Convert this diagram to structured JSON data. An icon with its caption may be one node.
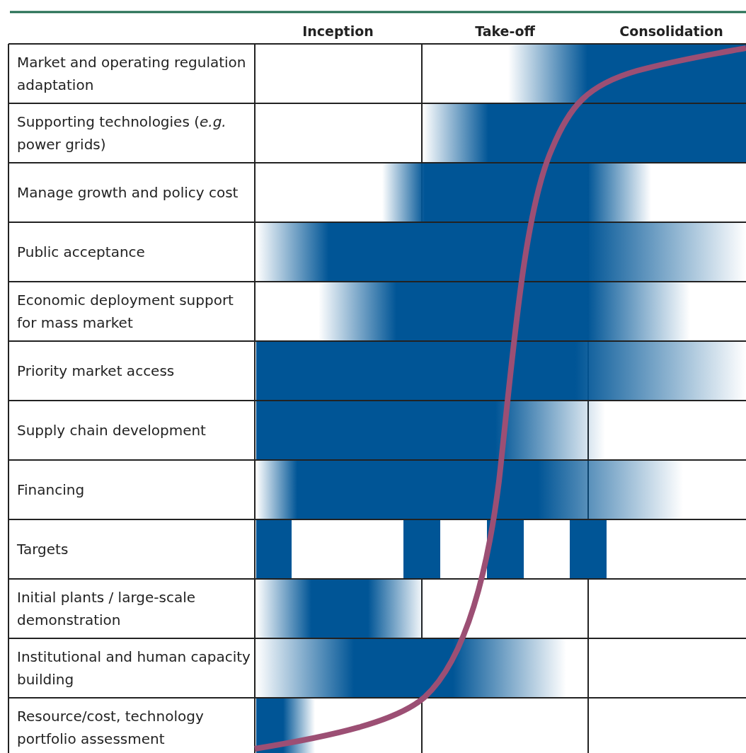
{
  "diagram": {
    "labels": [
      "Inception",
      "Take-off",
      "Consolidation",
      "Market and operating regulation adaptation",
      "Supporting technologies (*e.g.* power grids)",
      "Manage growth and policy cost",
      "Public acceptance",
      "Economic deployment support for mass market",
      "Priority market access",
      "Supply chain development",
      "Financing",
      "Targets",
      "Initial plants / large-scale demonstration",
      "Institutional and human capacity building",
      "Resource/cost, technology portfolio assessment"
    ]
  }
}
